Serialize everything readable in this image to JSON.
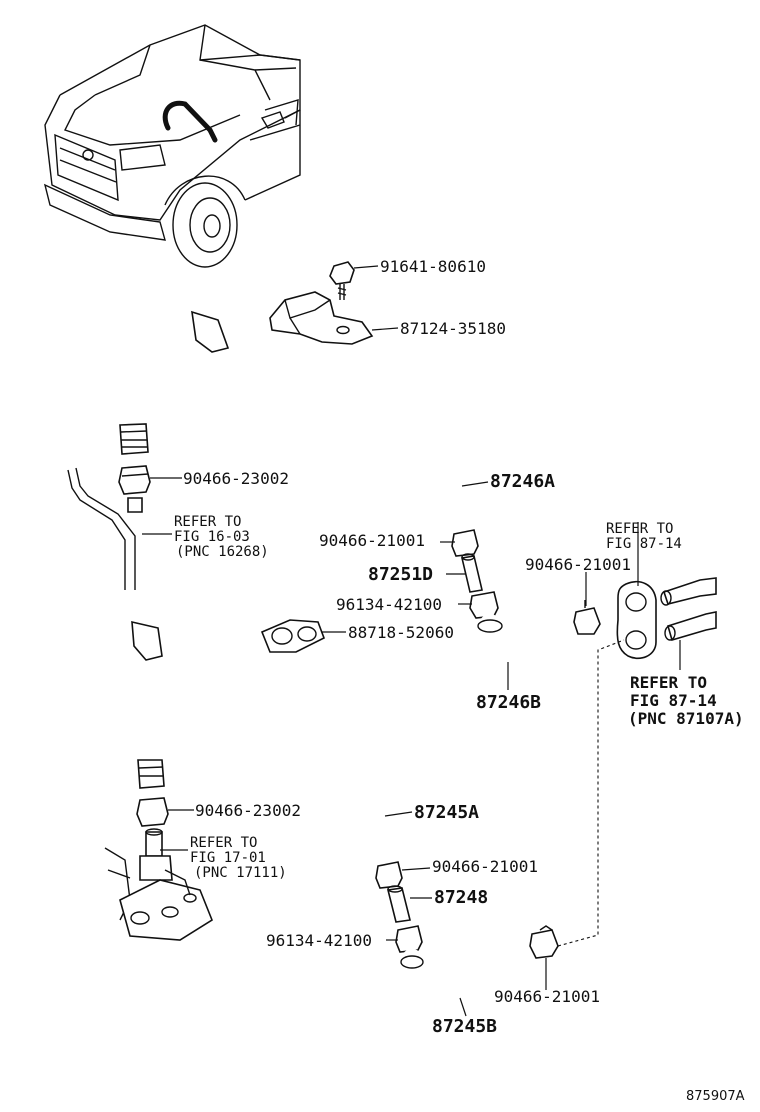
{
  "labels": {
    "bolt": "91641-80610",
    "bracket": "87124-35180",
    "clamp_upper_left": "90466-23002",
    "hose_upper_main": "87246A",
    "refer_upper_1": "REFER TO",
    "refer_upper_2": "FIG 16-03",
    "refer_upper_3": "(PNC 16268)",
    "clamp_upper_mid": "90466-21001",
    "pipe_upper": "87251D",
    "clamp_right_upper": "90466-21001",
    "refer_right_top_1": "REFER TO",
    "refer_right_top_2": "FIG 87-14",
    "clamp_96134_upper": "96134-42100",
    "clip_holder": "88718-52060",
    "hose_upper_b": "87246B",
    "refer_right_1": "REFER TO",
    "refer_right_2": "FIG 87-14",
    "refer_right_3": "(PNC 87107A)",
    "clamp_lower_left": "90466-23002",
    "hose_lower_main": "87245A",
    "refer_lower_1": "REFER TO",
    "refer_lower_2": "FIG 17-01",
    "refer_lower_3": "(PNC 17111)",
    "clamp_lower_mid": "90466-21001",
    "pipe_lower": "87248",
    "clamp_96134_lower": "96134-42100",
    "clamp_lower_right": "90466-21001",
    "hose_lower_b": "87245B",
    "diagram_code": "875907A"
  }
}
